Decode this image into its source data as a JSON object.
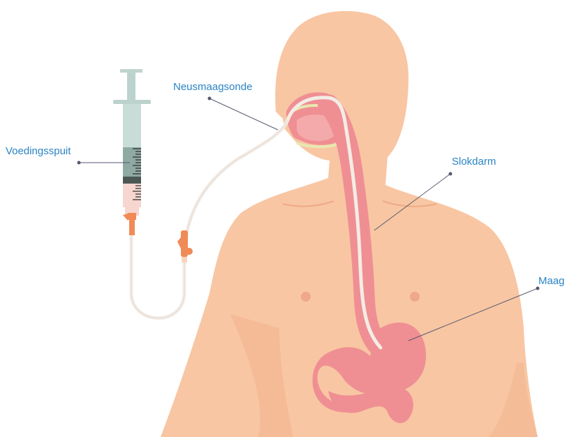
{
  "labels": {
    "syringe": "Voedingsspuit",
    "tube": "Neusmaagsonde",
    "esophagus": "Slokdarm",
    "stomach": "Maag"
  },
  "colors": {
    "skin": "#f8c6a3",
    "skin_shadow": "#f0b28c",
    "organ": "#ef8f93",
    "organ_light": "#f4a9aa",
    "tube": "#f3ece6",
    "connector": "#f08a57",
    "syringe_body": "#c9ddd8",
    "label_text": "#2a84c4",
    "leader_line": "#555a6e"
  }
}
